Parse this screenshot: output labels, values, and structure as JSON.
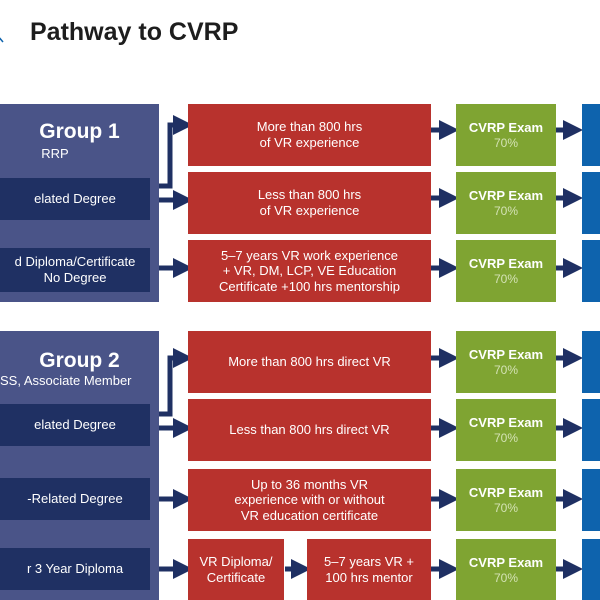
{
  "title": "Pathway to CVRP",
  "group1": {
    "title": "Group 1",
    "subtitle": "RRP",
    "rows": [
      {
        "label": "elated Degree",
        "path": "Less than 800 hrs\nof VR experience"
      },
      {
        "label": "d Diploma/Certificate\nNo Degree",
        "path": "5–7 years VR work experience\n+ VR, DM, LCP, VE Education\nCertificate +100 hrs mentorship"
      }
    ],
    "top_path": "More than 800 hrs\nof VR experience"
  },
  "group2": {
    "title": "Group 2",
    "subtitle": "SS, Associate Member",
    "top_path": "More than 800 hrs direct VR",
    "rows": [
      {
        "label": "elated Degree",
        "path": "Less than 800 hrs direct VR"
      },
      {
        "label": "-Related Degree",
        "path": "Up to 36 months VR\nexperience with or without\nVR education certificate"
      },
      {
        "label": "r 3 Year Diploma",
        "path_a": "VR Diploma/\nCertificate",
        "path_b": "5–7 years VR +\n100 hrs mentor"
      }
    ]
  },
  "exam": {
    "label": "CVRP Exam",
    "percent": "70%"
  },
  "colors": {
    "group_panel": "#4a5488",
    "sub_box": "#1f3063",
    "path": "#b8322d",
    "exam": "#7fa432",
    "result": "#0e63ad",
    "arrow": "#1f3063"
  }
}
